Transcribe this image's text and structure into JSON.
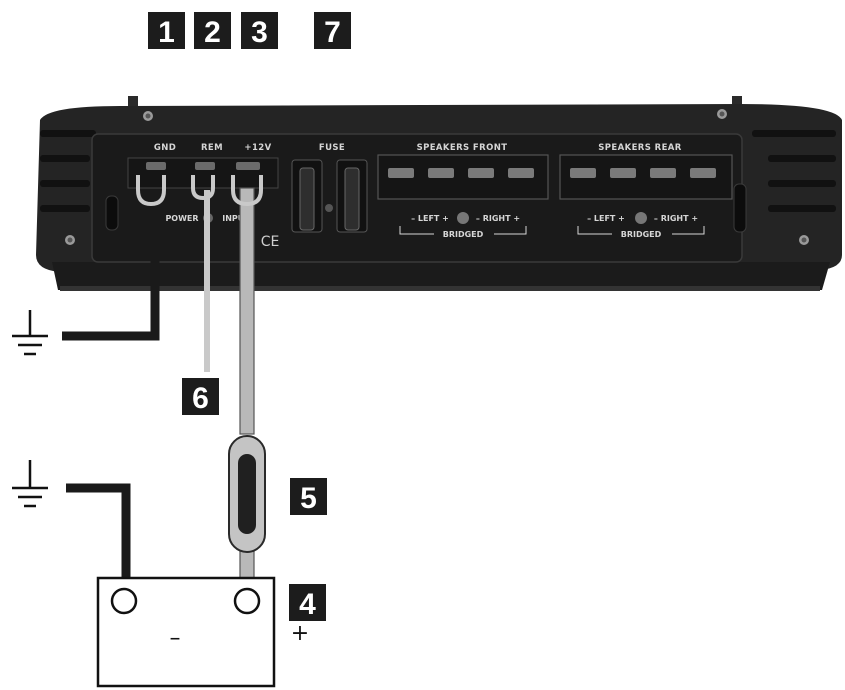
{
  "badges": {
    "gnd": "1",
    "rem": "2",
    "plus12v": "3",
    "battery": "4",
    "inline_fuse": "5",
    "remote_wire": "6",
    "fuse": "7"
  },
  "amplifier": {
    "terminal_labels": {
      "gnd": "GND",
      "rem": "REM",
      "plus12v": "+12V",
      "fuse": "FUSE"
    },
    "speakers_front": "SPEAKERS FRONT",
    "speakers_rear": "SPEAKERS REAR",
    "left_label": "– LEFT +",
    "right_label": "– RIGHT +",
    "bridged": "BRIDGED",
    "power": "POWER",
    "input": "INPUT",
    "ce_mark": "CE"
  },
  "battery": {
    "minus": "–",
    "plus": "+"
  },
  "colors": {
    "body": "#2b2b2b",
    "badge": "#1c1c1c",
    "ground_wire": "#1a1a1a",
    "power_wire": "#b9b9b9",
    "remote_wire": "#c9c9c9"
  },
  "icons": [
    "ground-symbol-icon",
    "ground-symbol-icon"
  ]
}
